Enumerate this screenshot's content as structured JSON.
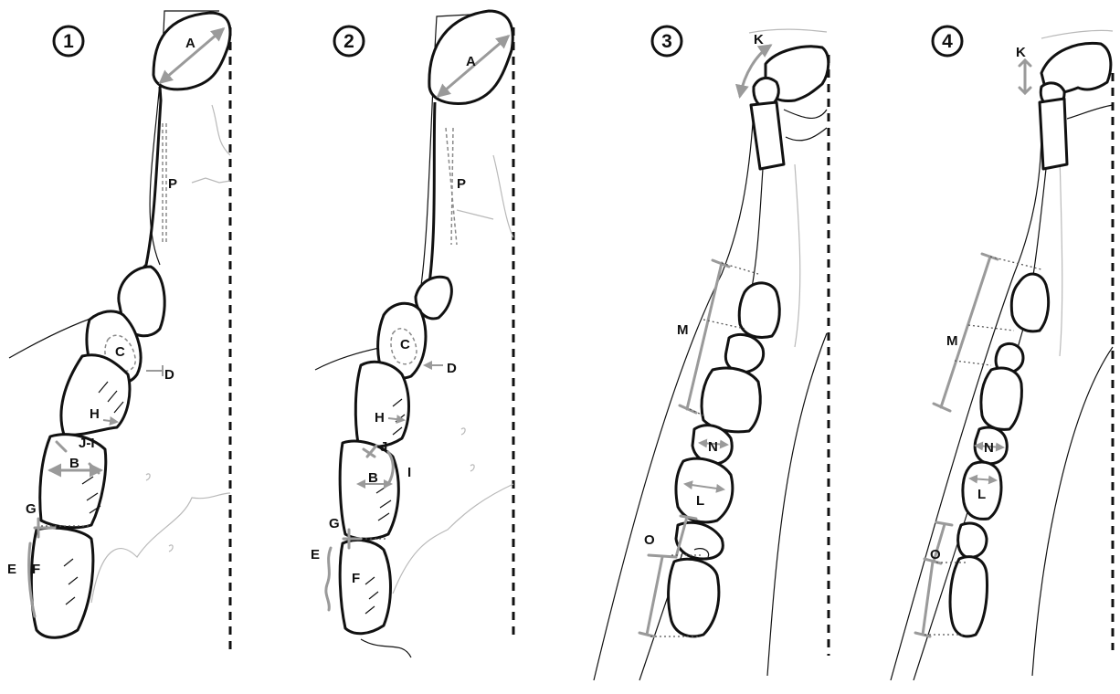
{
  "panels": [
    {
      "number": "1",
      "labels": {
        "A": "A",
        "P": "P",
        "C": "C",
        "D": "D",
        "H": "H",
        "JI": "J-I",
        "B": "B",
        "G": "G",
        "E": "E",
        "F": "F"
      }
    },
    {
      "number": "2",
      "labels": {
        "A": "A",
        "P": "P",
        "C": "C",
        "D": "D",
        "H": "H",
        "J": "J",
        "I": "I",
        "B": "B",
        "G": "G",
        "E": "E",
        "F": "F"
      }
    },
    {
      "number": "3",
      "labels": {
        "K": "K",
        "M": "M",
        "N": "N",
        "L": "L",
        "O": "O"
      }
    },
    {
      "number": "4",
      "labels": {
        "K": "K",
        "M": "M",
        "N": "N",
        "L": "L",
        "O": "O"
      }
    }
  ],
  "colors": {
    "outline": "#111111",
    "measurement": "#9a9a9a",
    "faint": "#b9b9b9"
  }
}
